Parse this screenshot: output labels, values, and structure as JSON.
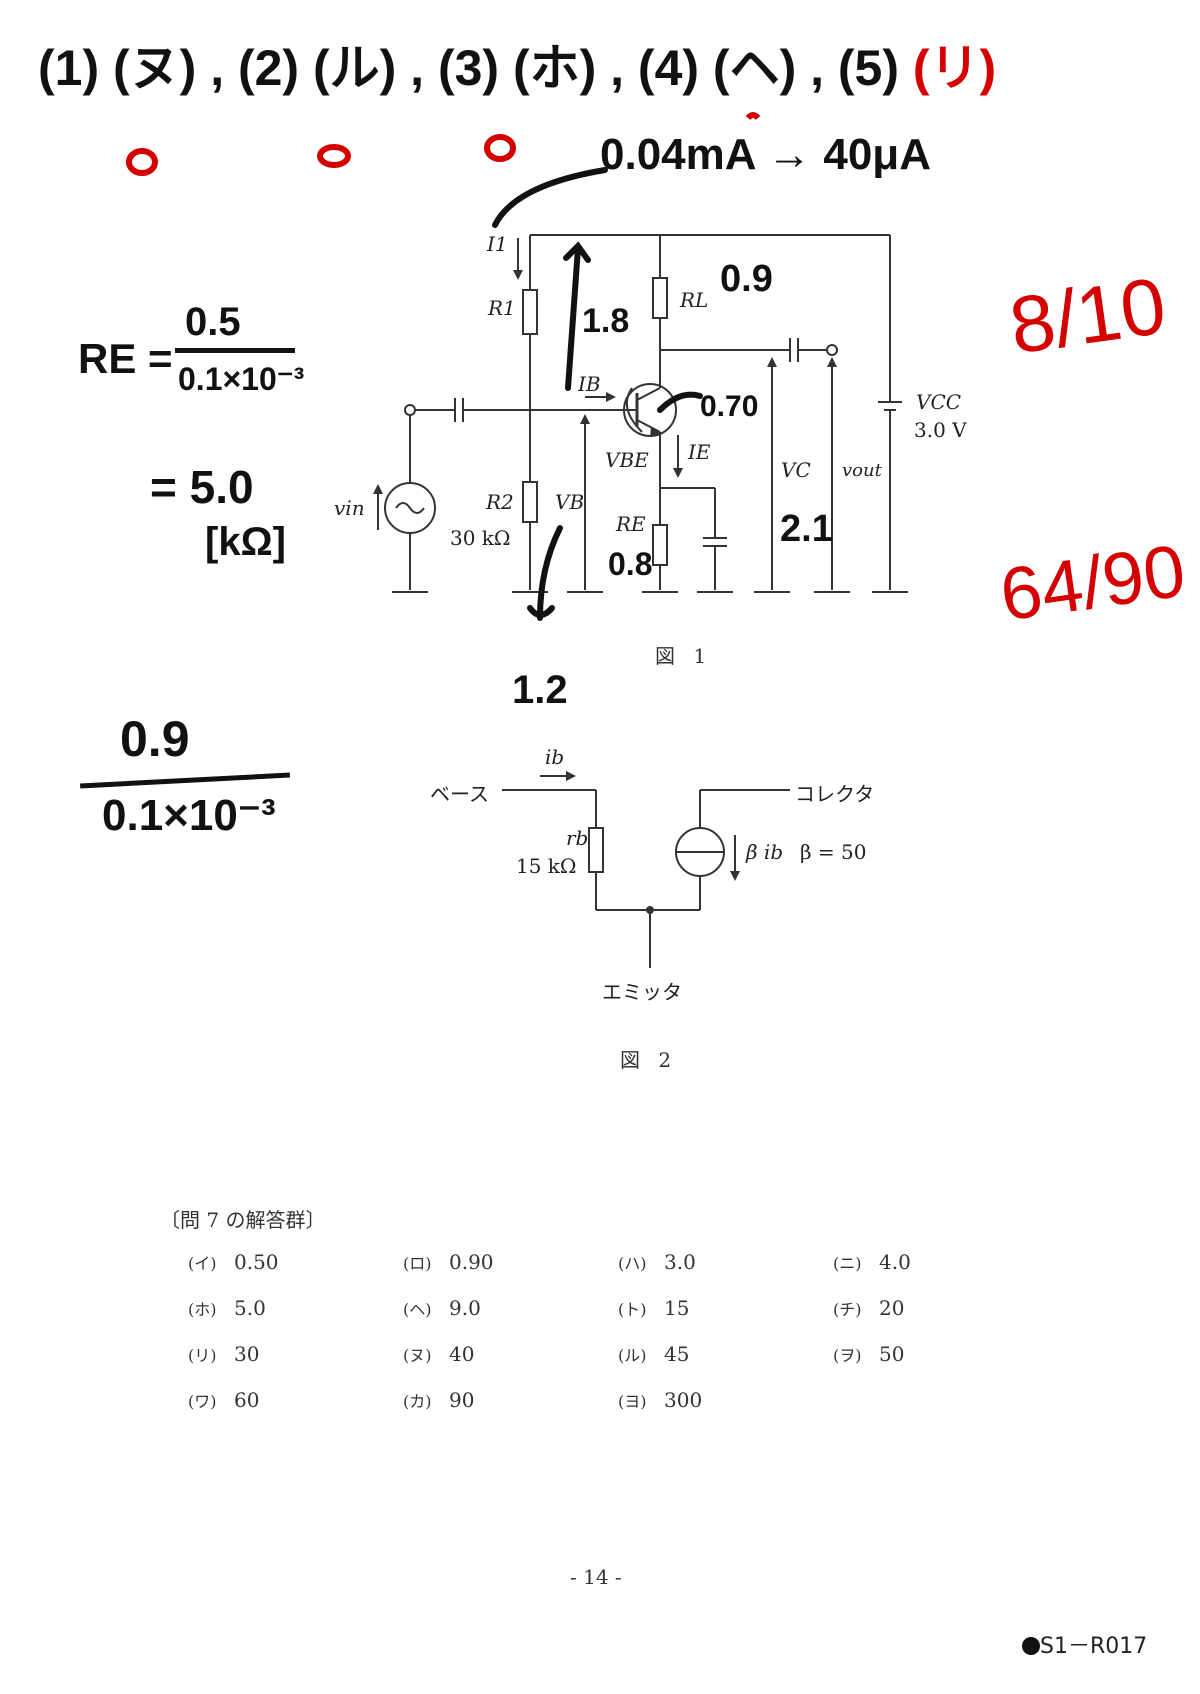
{
  "handwritten": {
    "answers_line": {
      "part1": "(1) (ヌ) , (2) (ル) , (3) (ホ) , (4) (ヘ) , ",
      "part2": "(5) ",
      "part3": "(リ)"
    },
    "current_note": "0.04mA → 40μA",
    "score1": "8/10",
    "score2": "64/90",
    "re_label": "RE =",
    "re_numerator": "0.5",
    "re_denominator": "0.1×10⁻³",
    "re_result": "= 5.0",
    "re_unit": "[kΩ]",
    "rl_note": "0.9",
    "arrow_note": "1.8",
    "vbe_note": "0.70",
    "vc_note": "2.1",
    "re_note": "0.8",
    "vb_note": "1.2",
    "bottom_numerator": "0.9",
    "bottom_denominator": "0.1×10⁻³"
  },
  "figure1": {
    "caption": "図 1",
    "I1": "I1",
    "R1": "R1",
    "RL": "RL",
    "IB": "IB",
    "VBE": "VBE",
    "IE": "IE",
    "VC": "VC",
    "vout": "vout",
    "VCC": "VCC",
    "VCC_value": "3.0 V",
    "vin": "vin",
    "R2": "R2",
    "R2_value": "30 kΩ",
    "VB": "VB",
    "RE": "RE"
  },
  "figure2": {
    "caption": "図 2",
    "ib": "ib",
    "base": "ベース",
    "collector": "コレクタ",
    "rb": "rb",
    "rb_value": "15 kΩ",
    "beta_ib": "β ib",
    "beta_value": "β = 50",
    "emitter": "エミッタ"
  },
  "answer_group": {
    "title": "〔問 7 の解答群〕",
    "items": [
      {
        "key": "(イ)",
        "value": "0.50"
      },
      {
        "key": "(ロ)",
        "value": "0.90"
      },
      {
        "key": "(ハ)",
        "value": "3.0"
      },
      {
        "key": "(ニ)",
        "value": "4.0"
      },
      {
        "key": "(ホ)",
        "value": "5.0"
      },
      {
        "key": "(ヘ)",
        "value": "9.0"
      },
      {
        "key": "(ト)",
        "value": "15"
      },
      {
        "key": "(チ)",
        "value": "20"
      },
      {
        "key": "(リ)",
        "value": "30"
      },
      {
        "key": "(ヌ)",
        "value": "40"
      },
      {
        "key": "(ル)",
        "value": "45"
      },
      {
        "key": "(ヲ)",
        "value": "50"
      },
      {
        "key": "(ワ)",
        "value": "60"
      },
      {
        "key": "(カ)",
        "value": "90"
      },
      {
        "key": "(ヨ)",
        "value": "300"
      }
    ]
  },
  "page_number": "- 14 -",
  "doc_code": "S1－R017",
  "colors": {
    "ink": "#111111",
    "red_ink": "#d40000",
    "print": "#333333"
  }
}
